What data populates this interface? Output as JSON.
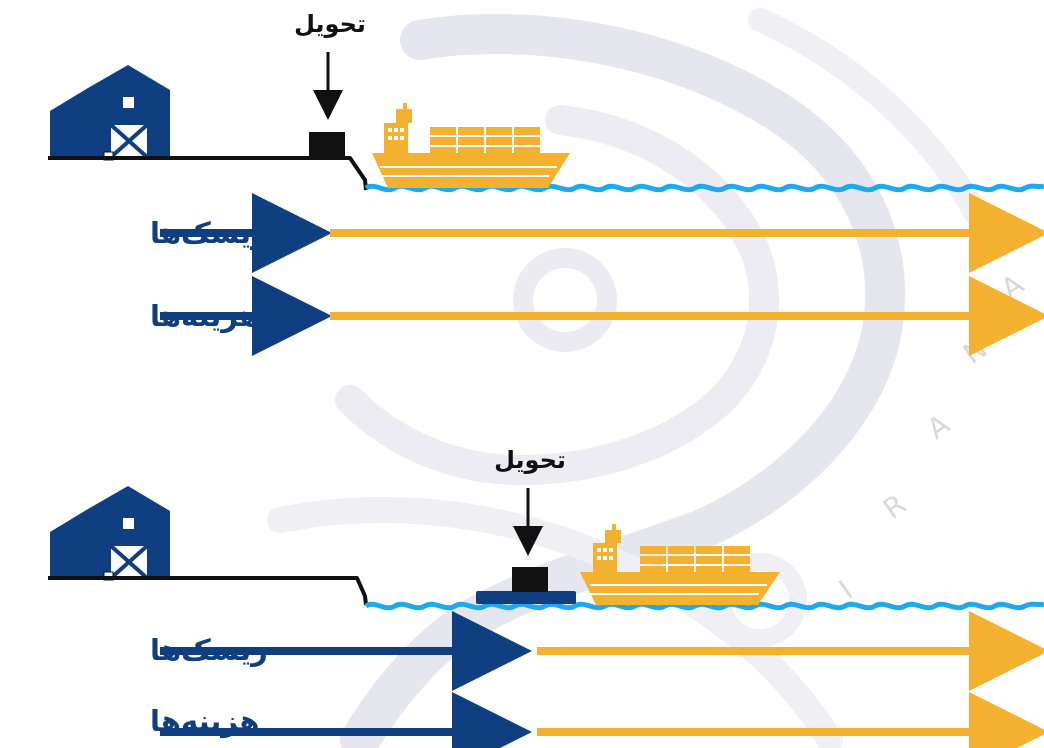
{
  "colors": {
    "navy": "#0f3f80",
    "orange": "#f4b12f",
    "water": "#1ea8ee",
    "black": "#111111",
    "watermark": "#e3e3ea"
  },
  "panels": [
    {
      "delivery_label": "تحویل",
      "rows": [
        {
          "label": "ریسک‌ها"
        },
        {
          "label": "هزینه‌ها"
        }
      ]
    },
    {
      "delivery_label": "تحویل",
      "rows": [
        {
          "label": "ریسک‌ها"
        },
        {
          "label": "هزینه‌ها"
        }
      ]
    }
  ],
  "watermark": {
    "letters": [
      "A",
      "N",
      "A",
      "R",
      "I"
    ]
  }
}
